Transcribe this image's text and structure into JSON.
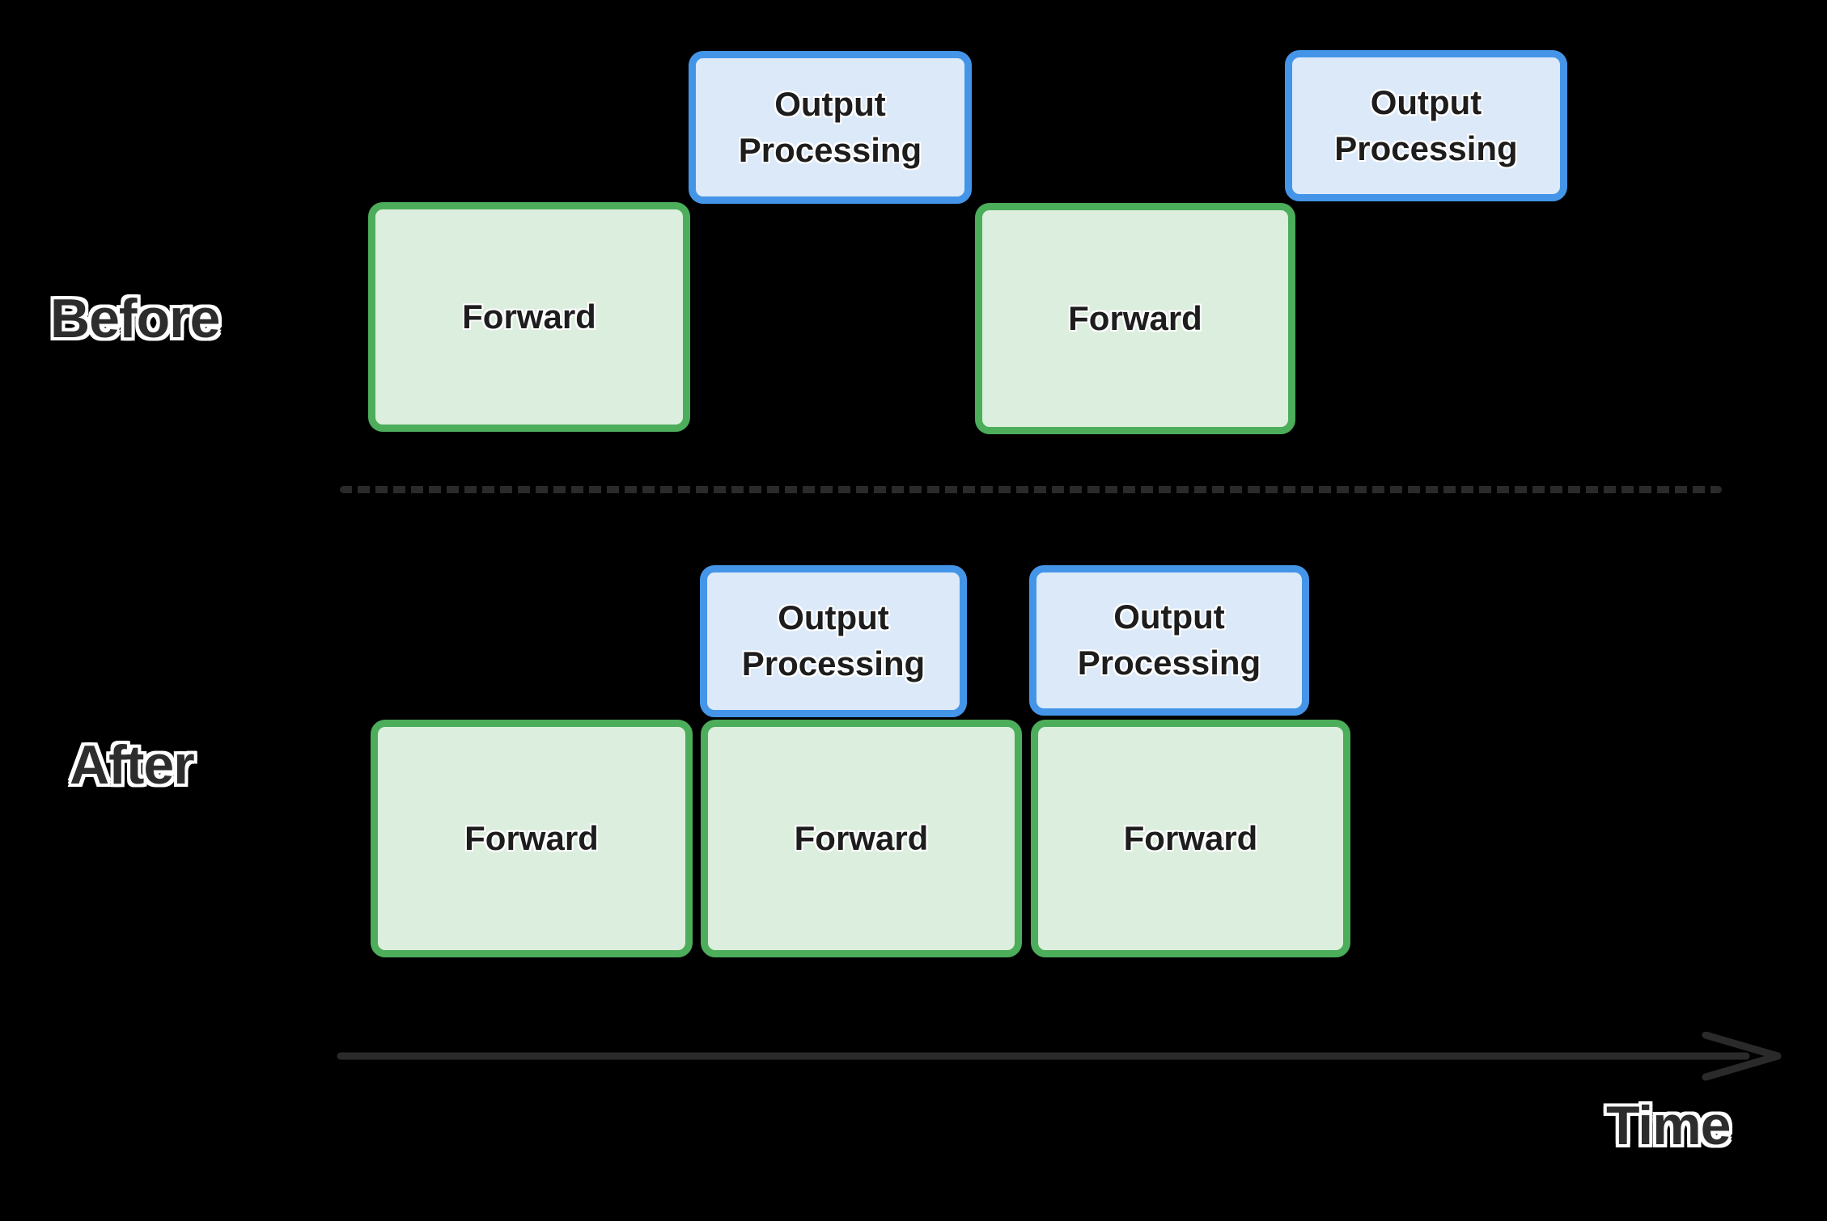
{
  "colors": {
    "background": "#000000",
    "forward_fill": "#dceede",
    "forward_border": "#4cad5b",
    "output_fill": "#dbe9f9",
    "output_border": "#4495e8",
    "axis_stroke": "#2a2a2a",
    "section_label_fill": "#2d2d2d",
    "section_label_outline": "#ffffff"
  },
  "sections": {
    "before": {
      "label": "Before",
      "blocks": [
        {
          "type": "forward",
          "label": "Forward"
        },
        {
          "type": "output-processing",
          "label": "Output Processing"
        },
        {
          "type": "forward",
          "label": "Forward"
        },
        {
          "type": "output-processing",
          "label": "Output Processing"
        }
      ]
    },
    "after": {
      "label": "After",
      "blocks": [
        {
          "type": "forward",
          "label": "Forward"
        },
        {
          "type": "forward",
          "label": "Forward"
        },
        {
          "type": "forward",
          "label": "Forward"
        },
        {
          "type": "output-processing",
          "label": "Output Processing"
        },
        {
          "type": "output-processing",
          "label": "Output Processing"
        }
      ]
    }
  },
  "time_axis": {
    "label": "Time"
  }
}
